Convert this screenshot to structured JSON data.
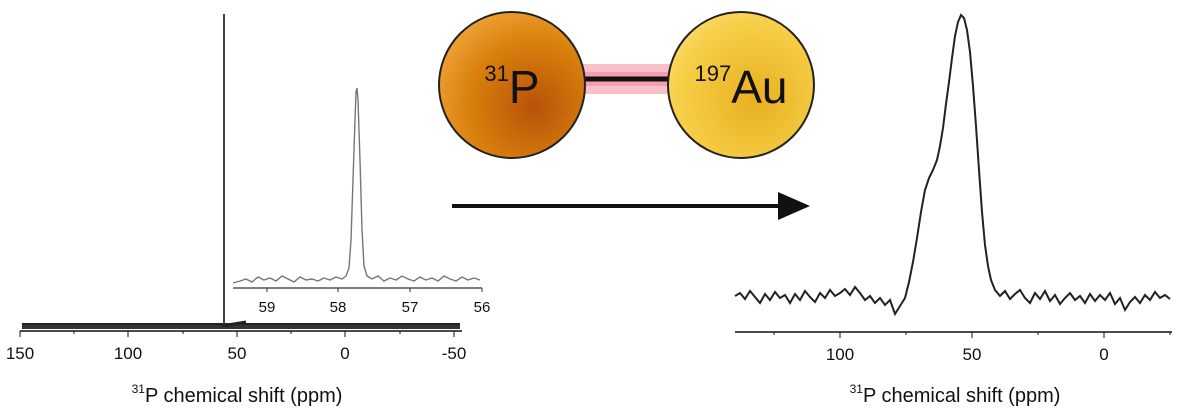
{
  "colors": {
    "phosphorus_atom": "#d9800c",
    "gold_atom": "#f2c43a",
    "bond_glow": "#f4a7b5",
    "spectrum_line": "#222222"
  },
  "atoms": {
    "phosphorus": {
      "mass": "31",
      "symbol": "P"
    },
    "gold": {
      "mass": "197",
      "symbol": "Au"
    }
  },
  "left_plot": {
    "x_ticks": [
      "150",
      "100",
      "50",
      "0",
      "-50"
    ],
    "x_title_sup": "31",
    "x_title_text": "P chemical shift (ppm)"
  },
  "inset_plot": {
    "x_ticks": [
      "59",
      "58",
      "57",
      "56"
    ]
  },
  "right_plot": {
    "x_ticks": [
      "100",
      "50",
      "0"
    ],
    "x_title_sup": "31",
    "x_title_text": "P chemical shift (ppm)"
  },
  "chart_data": [
    {
      "type": "line",
      "panel": "left solution spectrum",
      "xlabel": "31P chemical shift (ppm)",
      "xlim": [
        150,
        -50
      ],
      "peaks_ppm": [
        57.6
      ],
      "grid": false
    },
    {
      "type": "line",
      "panel": "inset expansion",
      "xlim": [
        59.5,
        56
      ],
      "peaks_ppm": [
        57.6
      ],
      "grid": false
    },
    {
      "type": "line",
      "panel": "right solid-state spectrum",
      "xlabel": "31P chemical shift (ppm)",
      "xlim": [
        140,
        -25
      ],
      "peaks_ppm": [
        55
      ],
      "grid": false
    }
  ]
}
